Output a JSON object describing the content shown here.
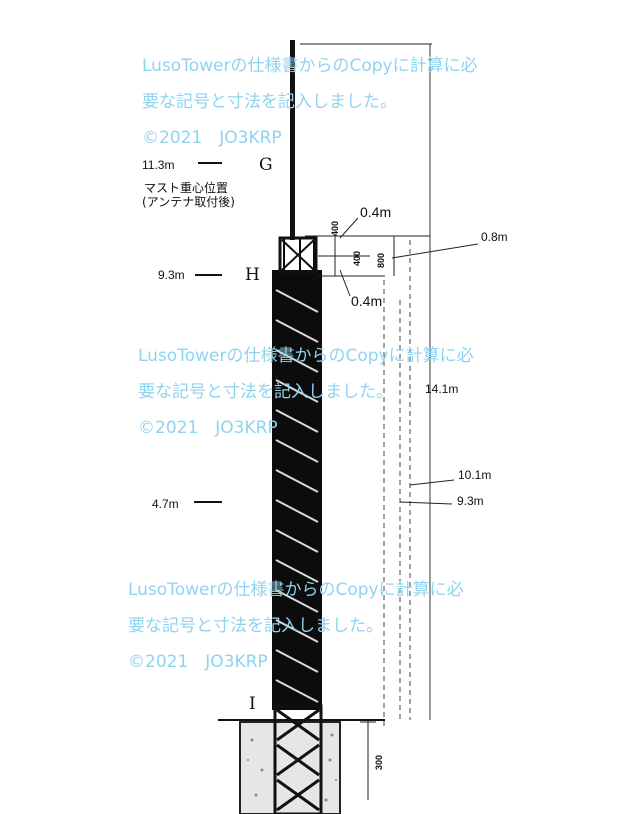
{
  "watermark": {
    "line1": "LusoTowerの仕様書からのCopyに計算に必",
    "line2": "要な記号と寸法を記入しました。",
    "line3": "©2021　JO3KRP"
  },
  "points": {
    "g": {
      "label": "G",
      "height": "11.3m"
    },
    "h": {
      "label": "H",
      "height": "9.3m"
    },
    "i": {
      "label": "I"
    },
    "mid": {
      "height": "4.7m"
    }
  },
  "cg_note": {
    "line1": "マスト重心位置",
    "line2": "(アンテナ取付後)"
  },
  "dims": {
    "top_gap": "0.4m",
    "lower_gap": "0.4m",
    "rotator": "0.8m",
    "total": "14.1m",
    "tower_top": "10.1m",
    "h_level": "9.3m",
    "d400a": "400",
    "d400b": "400",
    "d800": "800",
    "d300": "300"
  }
}
